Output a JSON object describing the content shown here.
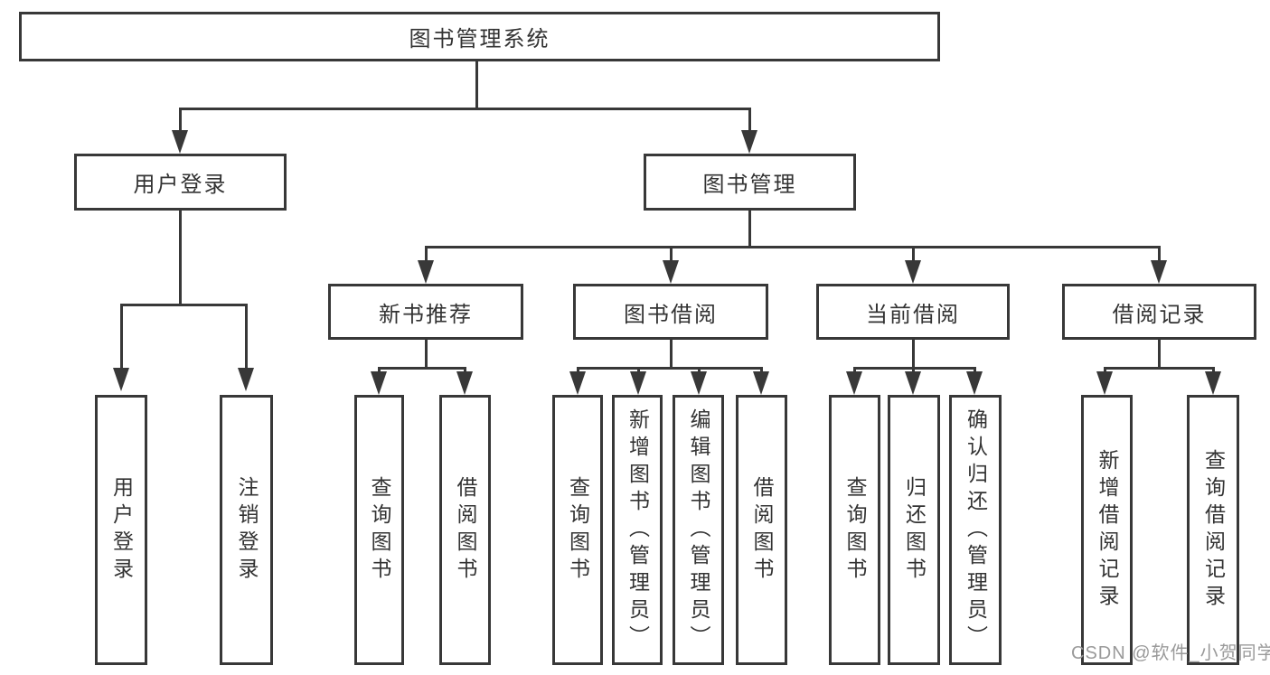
{
  "tree": {
    "label": "图书管理系统",
    "children": [
      {
        "label": "用户登录",
        "children": [
          {
            "label": "用户登录"
          },
          {
            "label": "注销登录"
          }
        ]
      },
      {
        "label": "图书管理",
        "children": [
          {
            "label": "新书推荐",
            "children": [
              {
                "label": "查询图书"
              },
              {
                "label": "借阅图书"
              }
            ]
          },
          {
            "label": "图书借阅",
            "children": [
              {
                "label": "查询图书"
              },
              {
                "label": "新增图书（管理员）"
              },
              {
                "label": "编辑图书（管理员）"
              },
              {
                "label": "借阅图书"
              }
            ]
          },
          {
            "label": "当前借阅",
            "children": [
              {
                "label": "查询图书"
              },
              {
                "label": "归还图书"
              },
              {
                "label": "确认归还（管理员）"
              }
            ]
          },
          {
            "label": "借阅记录",
            "children": [
              {
                "label": "新增借阅记录"
              },
              {
                "label": "查询借阅记录"
              }
            ]
          }
        ]
      }
    ]
  },
  "watermark": "CSDN @软件_小贺同学",
  "colors": {
    "line": "#383838",
    "text": "#333333",
    "watermark": "#9a9a9a",
    "background": "#ffffff"
  }
}
